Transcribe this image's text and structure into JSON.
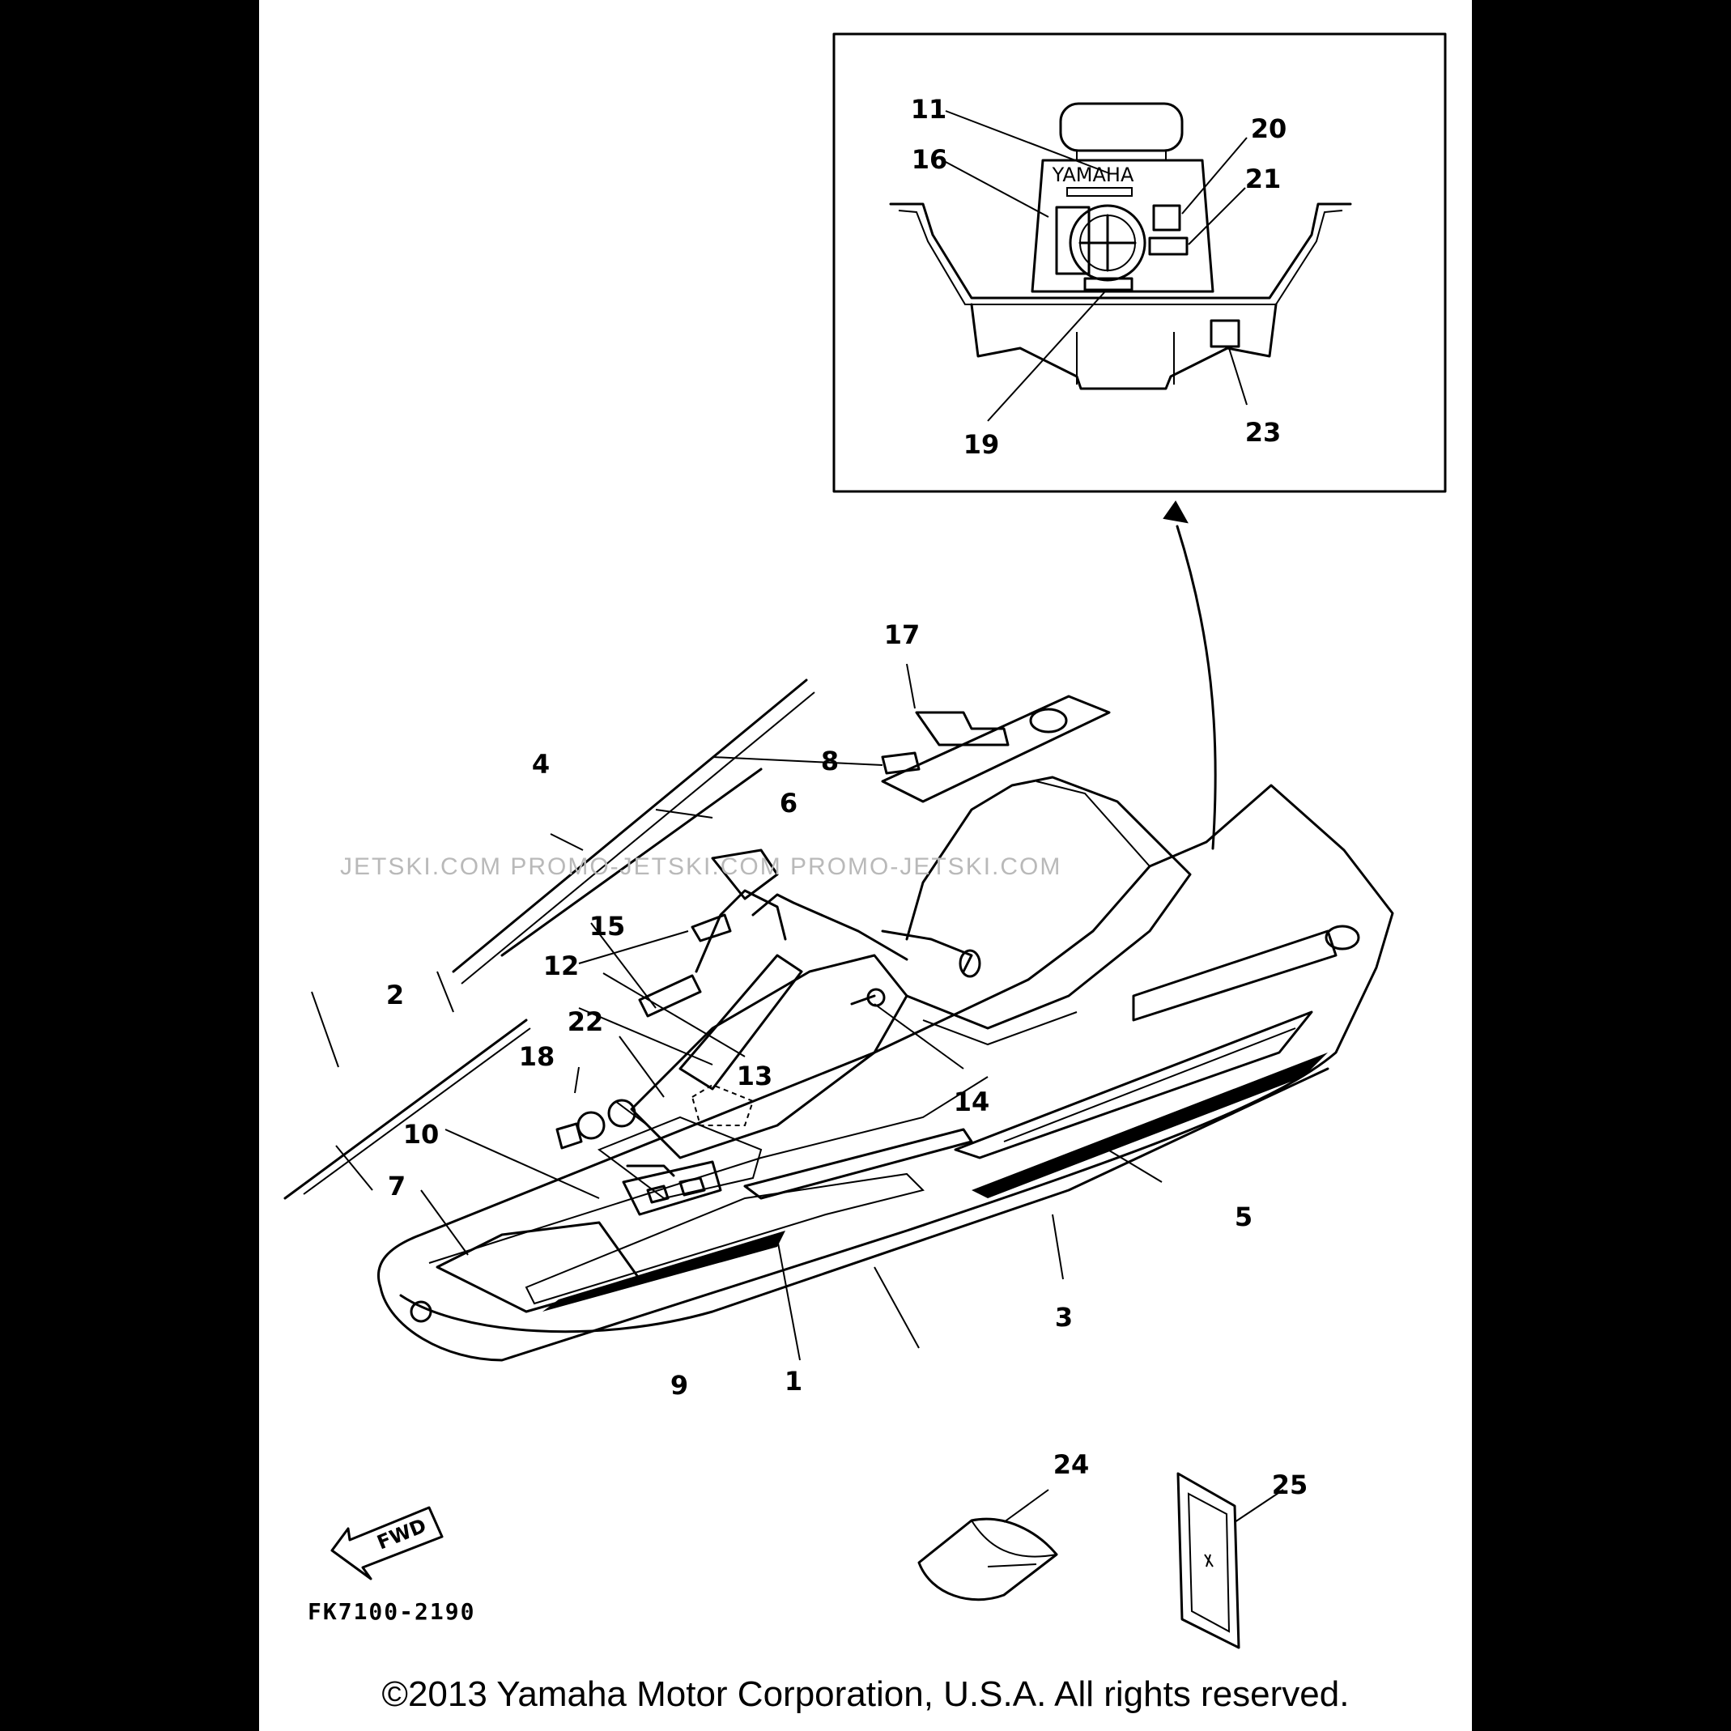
{
  "callouts": [
    "1",
    "2",
    "3",
    "4",
    "5",
    "6",
    "7",
    "8",
    "9",
    "10",
    "11",
    "12",
    "13",
    "14",
    "15",
    "16",
    "17",
    "18",
    "19",
    "20",
    "21",
    "22",
    "23",
    "24",
    "25"
  ],
  "inset_brand": "YAMAHA",
  "arrow_label": "FWD",
  "diagram_code": "FK7100-2190",
  "watermark": "JETSKI.COM   PROMO-JETSKI.COM   PROMO-JETSKI.COM",
  "copyright": "©2013 Yamaha Motor Corporation, U.S.A. All rights reserved."
}
